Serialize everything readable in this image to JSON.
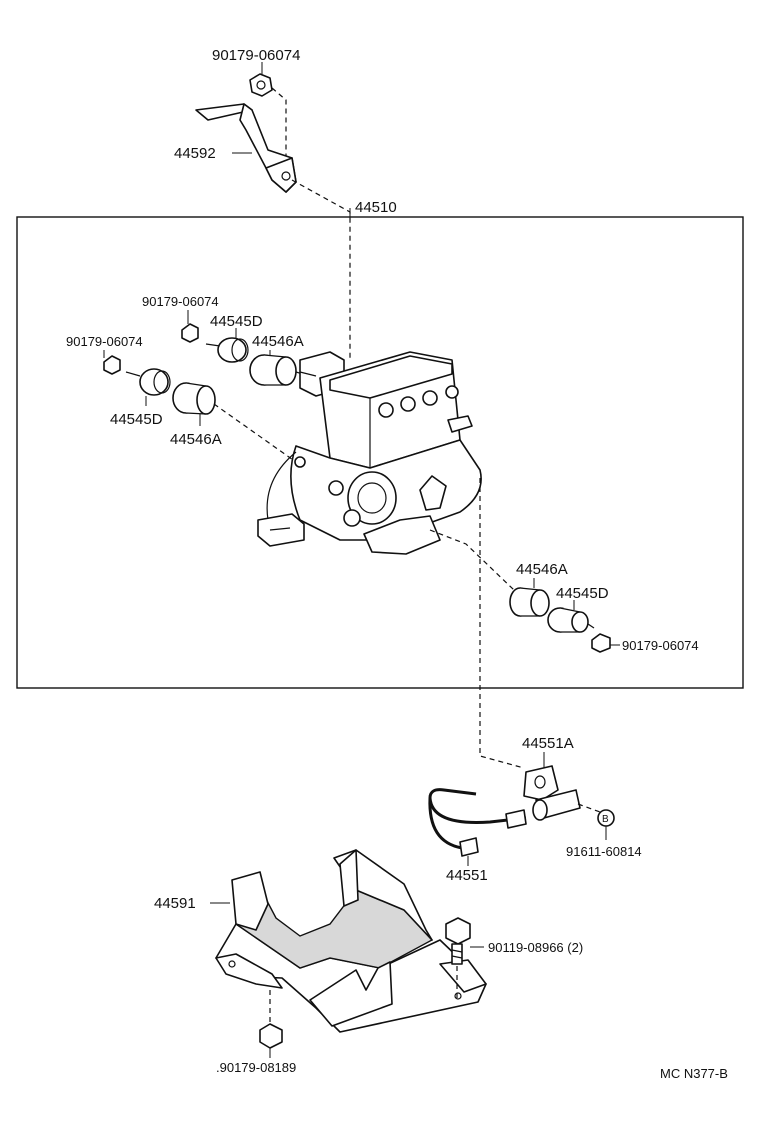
{
  "diagram": {
    "labels": {
      "nut_top": "90179-06074",
      "bracket_top": "44592",
      "actuator_assy": "44510",
      "nut_left_upper": "90179-06074",
      "cushion_d_upper": "44545D",
      "cushion_a_upper": "44546A",
      "nut_left_lower": "90179-06074",
      "cushion_d_lower": "44545D",
      "cushion_a_lower": "44546A",
      "cushion_a_right": "44546A",
      "cushion_d_right": "44545D",
      "nut_right": "90179-06074",
      "clamp": "44551A",
      "pipe": "44551",
      "nut_clamp": "91611-60814",
      "bracket_bottom": "44591",
      "bolt": "90119-08966 (2)",
      "nut_bottom": ".90179-08189",
      "code": "MC N377-B"
    }
  }
}
